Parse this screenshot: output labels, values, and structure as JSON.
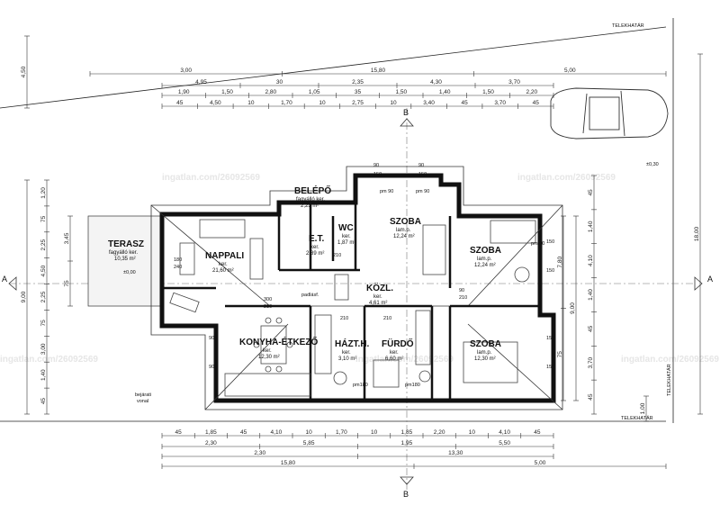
{
  "plot": {
    "boundary_label": "TELEKHATÁR"
  },
  "watermark": "ingatlan.com/26092569",
  "rooms": [
    {
      "name": "BELÉPŐ",
      "line1": "fagyálló ker.",
      "line2": "2,23 m²"
    },
    {
      "name": "SZOBA",
      "line1": "lam.p.",
      "line2": "12,24 m²"
    },
    {
      "name": "SZOBA",
      "line1": "lam.p.",
      "line2": "12,24 m²"
    },
    {
      "name": "SZOBA",
      "line1": "lam.p.",
      "line2": "12,30 m²"
    },
    {
      "name": "TERASZ",
      "line1": "fagyálló ker.",
      "line2": "10,35 m²"
    },
    {
      "name": "NAPPALI",
      "line1": "ker.",
      "line2": "21,60 m²"
    },
    {
      "name": "E.T.",
      "line1": "ker.",
      "line2": "2,89 m²"
    },
    {
      "name": "WC",
      "line1": "ker.",
      "line2": "1,87 m²"
    },
    {
      "name": "KÖZL.",
      "line1": "ker.",
      "line2": "4,61 m²"
    },
    {
      "name": "KONYHA-ÉTKEZŐ",
      "line1": "ker.",
      "line2": "12,30 m²"
    },
    {
      "name": "HÁZT.H.",
      "line1": "ker.",
      "line2": "3,10 m²"
    },
    {
      "name": "FÜRDŐ",
      "line1": "ker.",
      "line2": "6,60 m²"
    }
  ],
  "section_marks": {
    "a": "A",
    "b": "B"
  },
  "annotations": {
    "padlasf": "padlásf.",
    "bejarati": "bejárati",
    "vonal": "vonal",
    "level_pm030": "±0,30",
    "level_terrace": "±0,00",
    "door_240": "240",
    "door_210": "210",
    "door_180": "180",
    "door_300": "300",
    "dim_90": "90",
    "dim_150": "150",
    "pm180": "pm180",
    "pm90": "pm 90",
    "pm60": "pm 60"
  },
  "dims_top": {
    "row1": [
      "3,00",
      "15,80",
      "5,00"
    ],
    "row2": [
      "4,95",
      "30",
      "2,35",
      "4,30",
      "3,70"
    ],
    "row3": [
      "1,90",
      "1,50",
      "2,80",
      "1,05",
      "35",
      "1,50",
      "1,40",
      "1,50",
      "2,20"
    ],
    "row4": [
      "45",
      "4,50",
      "10",
      "1,70",
      "10",
      "2,75",
      "10",
      "3,40",
      "45",
      "3,70",
      "45"
    ]
  },
  "dims_bottom": {
    "row1": [
      "45",
      "1,85",
      "45",
      "4,10",
      "10",
      "1,70",
      "10",
      "1,85",
      "2,20",
      "10",
      "4,10",
      "45"
    ],
    "row2": [
      "2,30",
      "5,85",
      "1,95",
      "5,50"
    ],
    "row3": [
      "2,30",
      "13,30"
    ],
    "row4": [
      "15,80",
      "5,00"
    ]
  },
  "dims_left": {
    "total": "9,00",
    "segments": [
      "1,20",
      "75",
      "2,25",
      "4,50",
      "2,25",
      "75",
      "3,00",
      "1,40",
      "45"
    ],
    "inner": [
      "3,45",
      "75"
    ],
    "top": "4,50"
  },
  "dims_right": {
    "total": "18,00",
    "segments": [
      "45",
      "1,40",
      "4,10",
      "1,40",
      "45",
      "3,70",
      "45"
    ],
    "mid": "9,00",
    "sub": [
      "7,80",
      "75"
    ],
    "bottom": "1,00"
  }
}
